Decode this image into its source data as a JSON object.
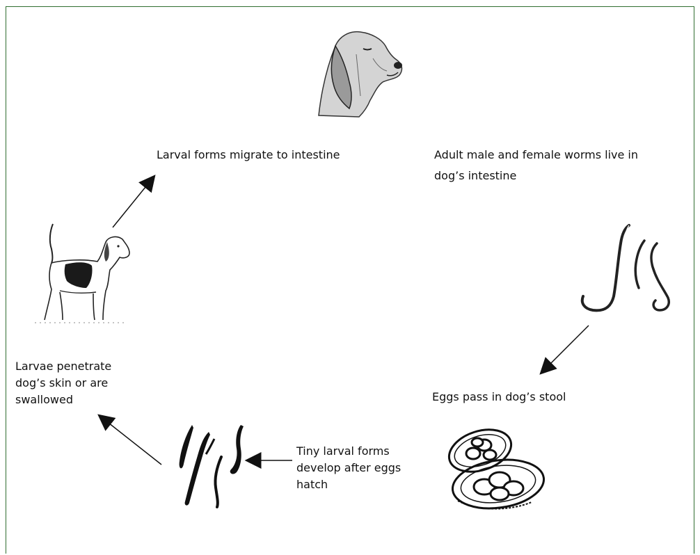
{
  "labels": {
    "migrate": "Larval forms migrate to intestine",
    "adult_line1": "Adult male and female worms live in",
    "adult_line2": "dog’s intestine",
    "penetrate_line1": "Larvae penetrate",
    "penetrate_line2": "dog’s skin or are",
    "penetrate_line3": "swallowed",
    "eggs": "Eggs pass in dog’s stool",
    "tiny_line1": "Tiny larval forms",
    "tiny_line2": "develop after eggs",
    "tiny_line3": "hatch"
  },
  "illustrations": [
    "dog-head-icon",
    "beagle-icon",
    "adult-worms-icon",
    "eggs-icon",
    "larvae-icon"
  ],
  "colors": {
    "frame": "#2f6e2f",
    "ink": "#111111"
  }
}
